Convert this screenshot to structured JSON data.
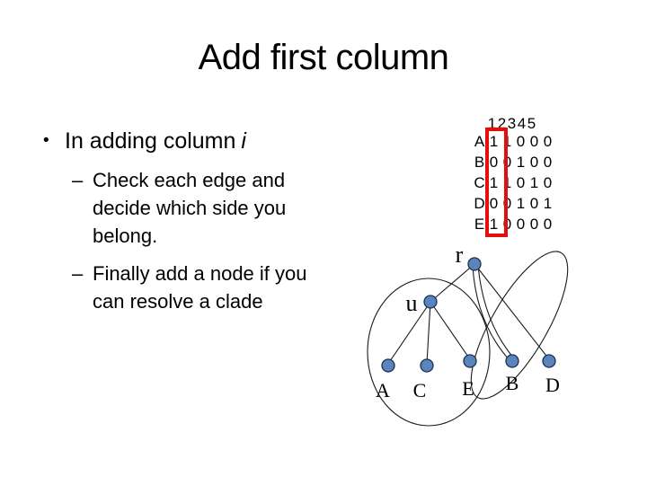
{
  "slide": {
    "title": "Add first column",
    "bullets": {
      "level1": {
        "marker": "•",
        "text": "In adding column",
        "emphasis": "i"
      },
      "level2": [
        {
          "marker": "–",
          "text": "Check each edge and\ndecide which side you\nbelong."
        },
        {
          "marker": "–",
          "text": "Finally add a node if you\ncan resolve a clade"
        }
      ]
    }
  },
  "matrix": {
    "column_headers": [
      "1",
      "2",
      "3",
      "4",
      "5"
    ],
    "rows": [
      {
        "label": "A",
        "values": [
          "1",
          "1",
          "0",
          "0",
          "0"
        ]
      },
      {
        "label": "B",
        "values": [
          "0",
          "0",
          "1",
          "0",
          "0"
        ]
      },
      {
        "label": "C",
        "values": [
          "1",
          "1",
          "0",
          "1",
          "0"
        ]
      },
      {
        "label": "D",
        "values": [
          "0",
          "0",
          "1",
          "0",
          "1"
        ]
      },
      {
        "label": "E",
        "values": [
          "1",
          "0",
          "0",
          "0",
          "0"
        ]
      }
    ],
    "highlighted_column": "1",
    "highlight_color": "#e60d0d"
  },
  "tree": {
    "node_color": "#5b84bb",
    "node_border_color": "#1c2f54",
    "labels": {
      "root": "r",
      "internal": "u",
      "leaf_a": "A",
      "leaf_c": "C",
      "leaf_e": "E",
      "leaf_b": "B",
      "leaf_d": "D"
    },
    "edges": [
      "r-u",
      "u-A",
      "u-C",
      "u-E",
      "r-B",
      "r-B",
      "r-D"
    ],
    "groups": [
      "u A C E",
      "r B D"
    ]
  }
}
